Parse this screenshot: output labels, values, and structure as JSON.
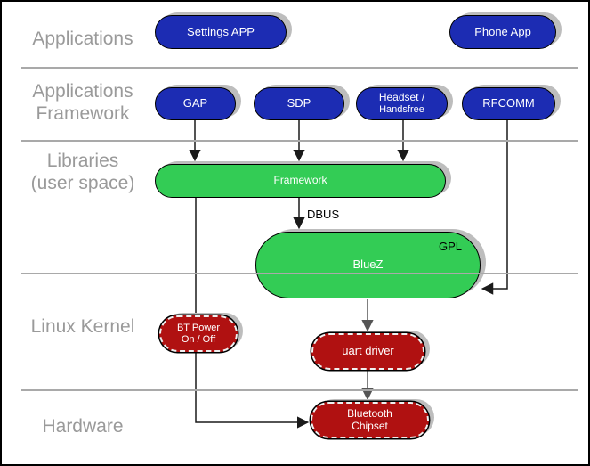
{
  "colors": {
    "app_blue": "#1c2cb3",
    "lib_green": "#33cc55",
    "kernel_red": "#b01111",
    "label_gray": "#9a9a9a",
    "shadow_gray": "#bdbdbd"
  },
  "layer_labels": [
    {
      "line1": "Applications",
      "line2": ""
    },
    {
      "line1": "Applications",
      "line2": "Framework"
    },
    {
      "line1": "Libraries",
      "line2": "(user space)"
    },
    {
      "line1": "Linux Kernel",
      "line2": ""
    },
    {
      "line1": "Hardware",
      "line2": ""
    }
  ],
  "nodes": {
    "settings_app": {
      "label": "Settings APP"
    },
    "phone_app": {
      "label": "Phone App"
    },
    "gap": {
      "label": "GAP"
    },
    "sdp": {
      "label": "SDP"
    },
    "headset": {
      "line1": "Headset /",
      "line2": "Handsfree"
    },
    "rfcomm": {
      "label": "RFCOMM"
    },
    "framework": {
      "label": "Framework"
    },
    "bluez": {
      "label": "BlueZ",
      "badge": "GPL"
    },
    "bt_power": {
      "line1": "BT Power",
      "line2": "On / Off"
    },
    "uart_driver": {
      "label": "uart driver"
    },
    "bt_chipset": {
      "line1": "Bluetooth",
      "line2": "Chipset"
    }
  },
  "edges": {
    "dbus_label": "DBUS"
  }
}
